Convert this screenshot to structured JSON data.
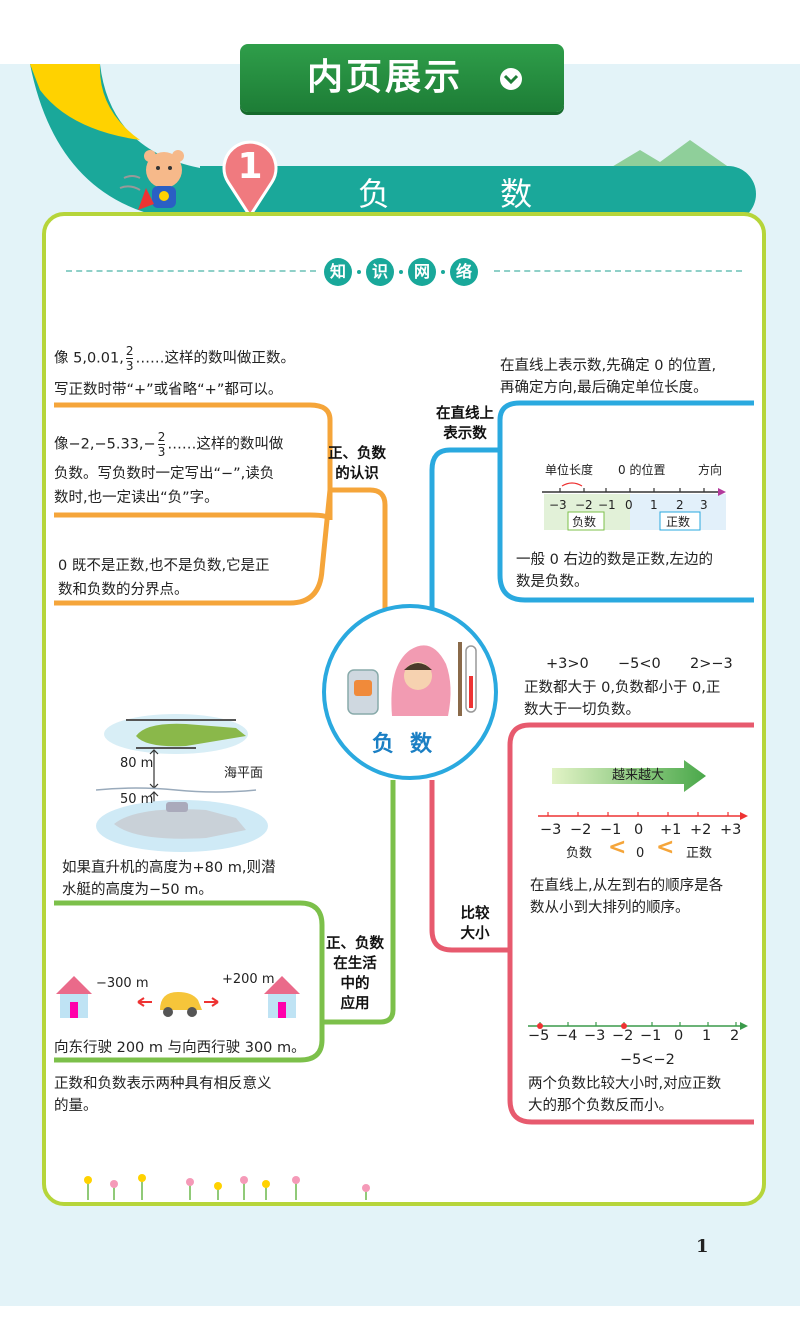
{
  "header": {
    "title": "内页展示"
  },
  "banner": {
    "number": "1",
    "title": "负 数"
  },
  "knowledge": {
    "chars": [
      "知",
      "识",
      "网",
      "络"
    ]
  },
  "center": {
    "label": "负数"
  },
  "left": {
    "branch1_label": [
      "正、负数",
      "的认识"
    ],
    "positive_def": [
      "像 5,0.01,",
      "……这样的数叫做正数。",
      "写正数时带“+”或省略“+”都可以。"
    ],
    "positive_frac": {
      "num": "2",
      "den": "3"
    },
    "negative_def": [
      "像−2,−5.33,−",
      "……这样的数叫做",
      "负数。写负数时一定写出“−”,读负",
      "数时,也一定读出“负”字。"
    ],
    "negative_frac": {
      "num": "2",
      "den": "3"
    },
    "zero_def": [
      "0 既不是正数,也不是负数,它是正",
      "数和负数的分界点。"
    ],
    "branch2_label": [
      "正、负数",
      "在生活",
      "中的",
      "应用"
    ],
    "heli_height": "80 m",
    "sub_depth": "50 m",
    "sea_level": "海平面",
    "heli_text": [
      "如果直升机的高度为+80 m,则潜",
      "水艇的高度为−50 m。"
    ],
    "east_value": "+200 m",
    "west_value": "−300 m",
    "east_west_text": "向东行驶 200 m 与向西行驶 300 m。",
    "meaning_text": [
      "正数和负数表示两种具有相反意义",
      "的量。"
    ]
  },
  "right": {
    "branch1_label": [
      "在直线上",
      "表示数"
    ],
    "numline_intro": [
      "在直线上表示数,先确定 0 的位置,",
      "再确定方向,最后确定单位长度。"
    ],
    "nl1_labels": {
      "unit": "单位长度",
      "zero": "0 的位置",
      "dir": "方向",
      "neg": "负数",
      "pos": "正数"
    },
    "nl1_ticks": [
      "−3",
      "−2",
      "−1",
      "0",
      "1",
      "2",
      "3"
    ],
    "nl1_text": [
      "一般 0 右边的数是正数,左边的",
      "数是负数。"
    ],
    "branch2_label": [
      "比较",
      "大小"
    ],
    "compare_examples": [
      "+3>0",
      "−5<0",
      "2>−3"
    ],
    "compare_text": [
      "正数都大于 0,负数都小于 0,正",
      "数大于一切负数。"
    ],
    "bigger_arrow": "越来越大",
    "nl2_ticks": [
      "−3",
      "−2",
      "−1",
      "0",
      "+1",
      "+2",
      "+3"
    ],
    "nl2_order": {
      "neg": "负数",
      "zero": "0",
      "pos": "正数",
      "lt": "<"
    },
    "order_text": [
      "在直线上,从左到右的顺序是各",
      "数从小到大排列的顺序。"
    ],
    "nl3_ticks": [
      "−5",
      "−4",
      "−3",
      "−2",
      "−1",
      "0",
      "1",
      "2"
    ],
    "nl3_compare": "−5<−2",
    "neg_compare_text": [
      "两个负数比较大小时,对应正数",
      "大的那个负数反而小。"
    ]
  },
  "page_number": "1",
  "colors": {
    "green": "#1d7d36",
    "teal": "#1aa89a",
    "orange": "#f5a53a",
    "blue": "#2aa9df",
    "pink": "#e75a6e",
    "lime": "#b6d53a",
    "olive": "#7cc04a"
  }
}
